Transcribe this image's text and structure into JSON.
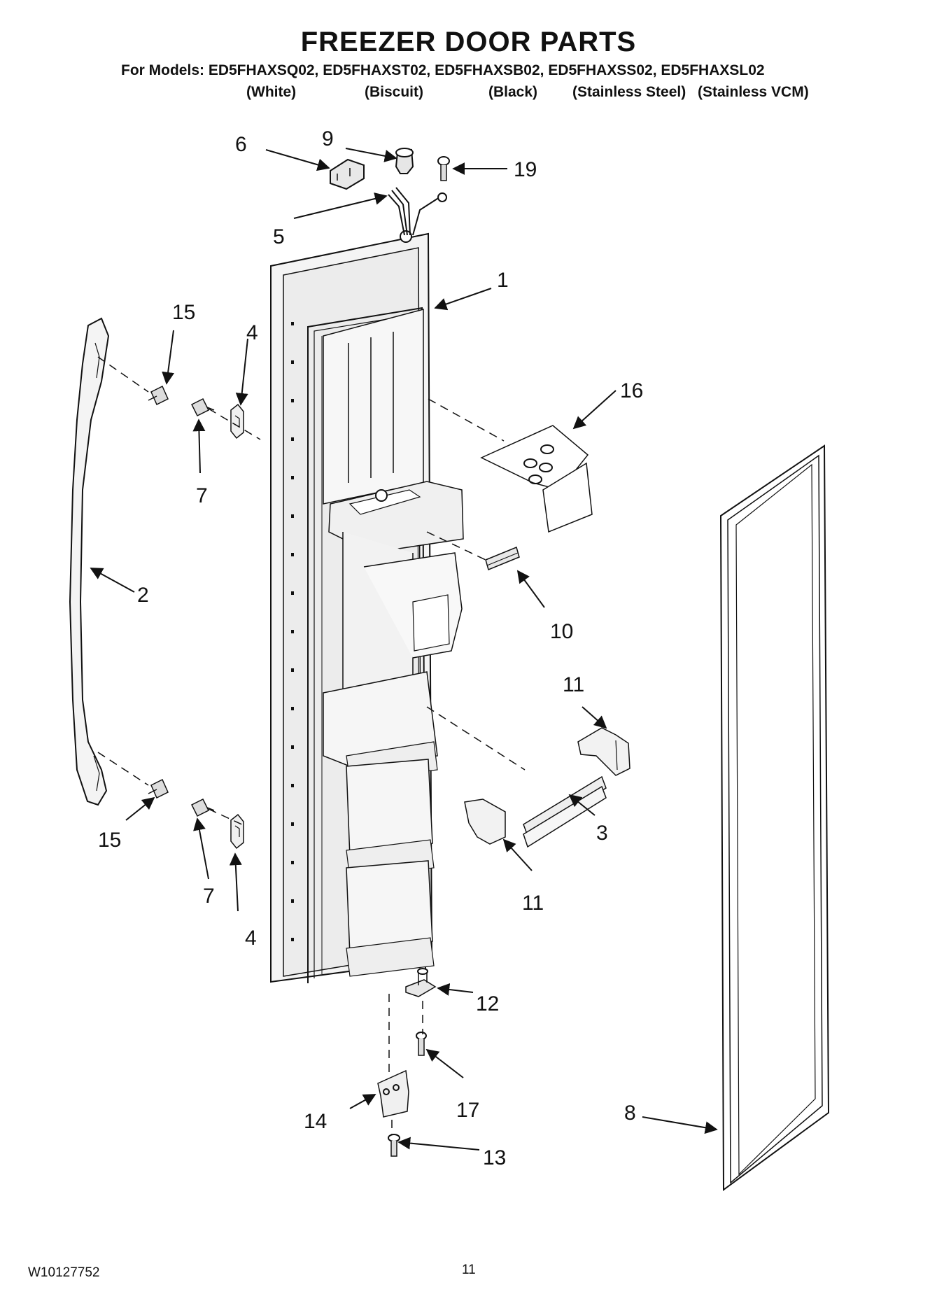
{
  "header": {
    "title": "FREEZER DOOR PARTS",
    "models_line": "For Models: ED5FHAXSQ02, ED5FHAXST02, ED5FHAXSB02, ED5FHAXSS02, ED5FHAXSL02",
    "variants": [
      "(White)",
      "(Biscuit)",
      "(Black)",
      "(Stainless Steel)",
      "(Stainless VCM)"
    ]
  },
  "callouts": {
    "c1": "1",
    "c2": "2",
    "c3": "3",
    "c4a": "4",
    "c4b": "4",
    "c5": "5",
    "c6": "6",
    "c7a": "7",
    "c7b": "7",
    "c8": "8",
    "c9": "9",
    "c10": "10",
    "c11a": "11",
    "c11b": "11",
    "c12": "12",
    "c13": "13",
    "c14": "14",
    "c15a": "15",
    "c15b": "15",
    "c16": "16",
    "c17": "17",
    "c19": "19"
  },
  "footer": {
    "doc_number": "W10127752",
    "page_number": "11"
  }
}
